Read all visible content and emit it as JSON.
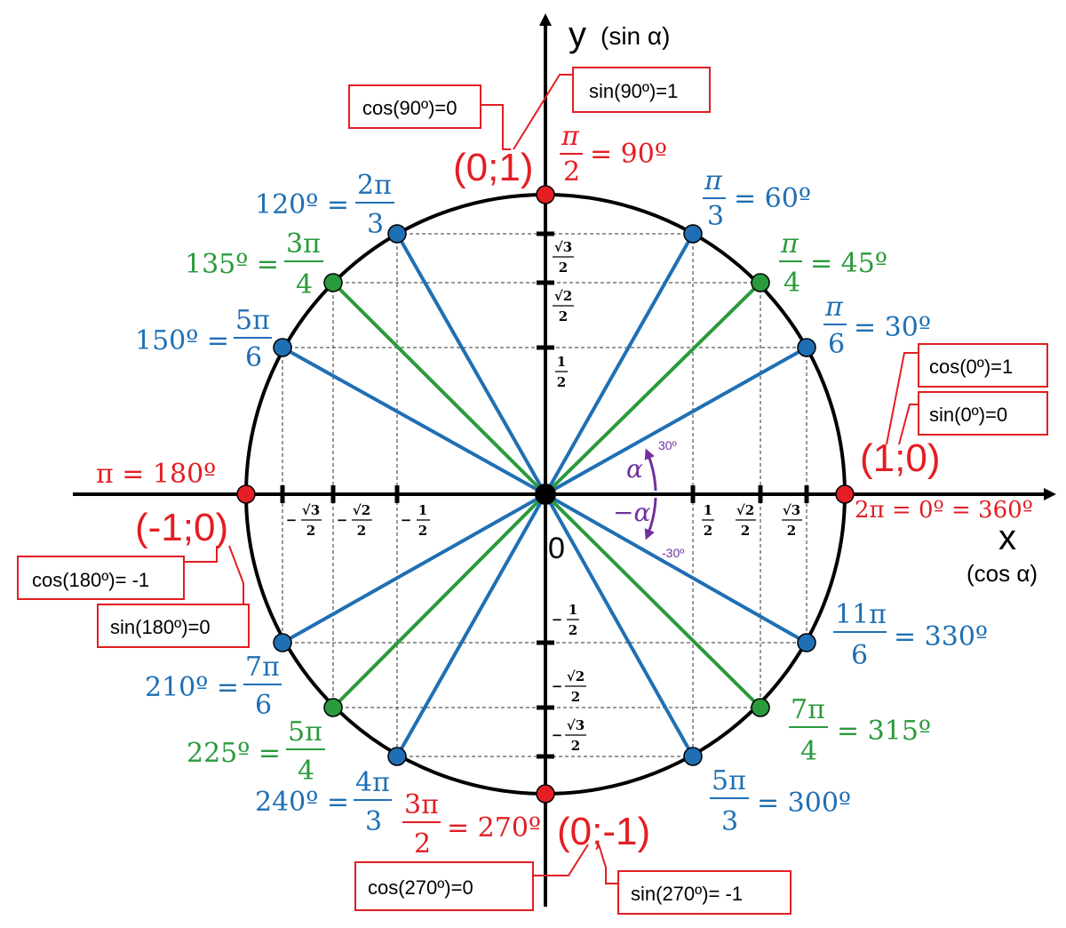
{
  "colors": {
    "red": "#e31e24",
    "blue": "#1f6fb4",
    "green": "#2a9a3c",
    "purple": "#7030a0",
    "black": "#000000"
  },
  "axes": {
    "y_letter": "y",
    "y_caption": "(sin  α)",
    "x_letter": "x",
    "x_caption": "(cos α)",
    "origin": "0"
  },
  "coords": {
    "top": "(0;1)",
    "bottom": "(0;-1)",
    "right": "(1;0)",
    "left": "(-1;0)"
  },
  "boxes": {
    "cos90": "cos(90º)=0",
    "sin90": "sin(90º)=1",
    "cos0": "cos(0º)=1",
    "sin0": "sin(0º)=0",
    "cos180": "cos(180º)= -1",
    "sin180": "sin(180º)=0",
    "cos270": "cos(270º)=0",
    "sin270": "sin(270º)= -1"
  },
  "angle_marks": {
    "alpha": "α",
    "neg_alpha": "−α",
    "plus30": "30º",
    "minus30": "-30º"
  },
  "ticks": {
    "half": "1",
    "two": "2",
    "sqrt2": "√2",
    "sqrt3": "√3",
    "minus": "−"
  },
  "labels": {
    "a90": {
      "deg": "= 90º",
      "num": "π",
      "den": "2"
    },
    "a60": {
      "deg": "= 60º",
      "num": "π",
      "den": "3"
    },
    "a45": {
      "deg": "= 45º",
      "num": "π",
      "den": "4"
    },
    "a30": {
      "deg": "= 30º",
      "num": "π",
      "den": "6"
    },
    "a0": {
      "text": "2π = 0º = 360º"
    },
    "a180": {
      "text": "π = 180º"
    },
    "a120": {
      "deg": "120º =",
      "num": "2π",
      "den": "3"
    },
    "a135": {
      "deg": "135º =",
      "num": "3π",
      "den": "4"
    },
    "a150": {
      "deg": "150º =",
      "num": "5π",
      "den": "6"
    },
    "a210": {
      "deg": "210º =",
      "num": "7π",
      "den": "6"
    },
    "a225": {
      "deg": "225º =",
      "num": "5π",
      "den": "4"
    },
    "a240": {
      "deg": "240º =",
      "num": "4π",
      "den": "3"
    },
    "a270": {
      "deg": "= 270º",
      "num": "3π",
      "den": "2"
    },
    "a300": {
      "deg": "= 300º",
      "num": "5π",
      "den": "3"
    },
    "a315": {
      "deg": "= 315º",
      "num": "7π",
      "den": "4"
    },
    "a330": {
      "deg": "= 330º",
      "num": "11π",
      "den": "6"
    }
  }
}
